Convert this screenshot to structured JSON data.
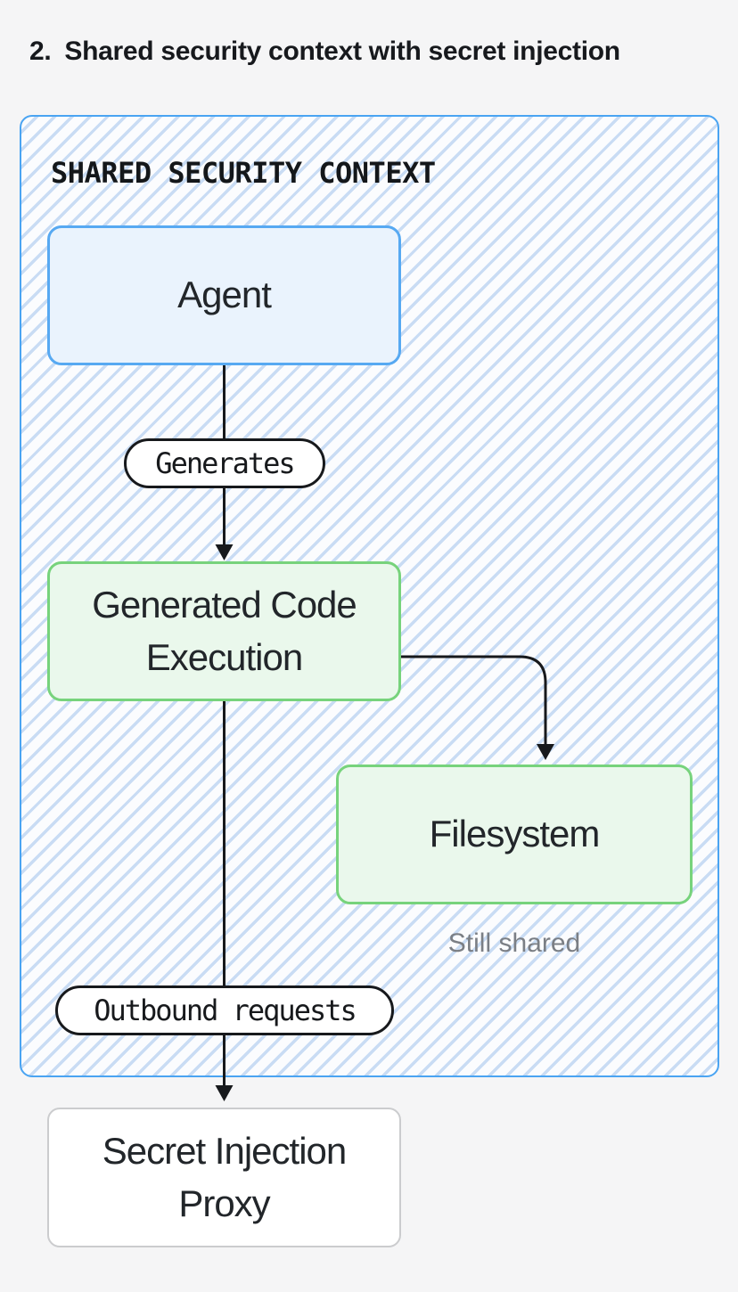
{
  "heading": {
    "number": "2.",
    "title": "Shared security context with secret injection"
  },
  "diagram": {
    "container": {
      "label": "SHARED SECURITY CONTEXT",
      "border_color": "#4aa4f2",
      "hatch_stripe_color": "#c9dcf4",
      "hatch_background": "#fbfcfe"
    },
    "nodes": {
      "agent": {
        "label": "Agent",
        "fill": "#eaf3fd",
        "border_color": "#57a9f2"
      },
      "generated_code_execution": {
        "label": "Generated Code Execution",
        "fill": "#eaf8ec",
        "border_color": "#77d37c"
      },
      "filesystem": {
        "label": "Filesystem",
        "fill": "#eaf8ec",
        "border_color": "#77d37c"
      },
      "secret_injection_proxy": {
        "label": "Secret Injection Proxy",
        "fill": "#ffffff",
        "border_color": "#cbccce"
      }
    },
    "edges": {
      "generates": {
        "label": "Generates"
      },
      "outbound_requests": {
        "label": "Outbound requests"
      },
      "arrow_color": "#17191c"
    },
    "annotations": {
      "still_shared": "Still shared"
    }
  },
  "page": {
    "background": "#f5f5f6"
  }
}
